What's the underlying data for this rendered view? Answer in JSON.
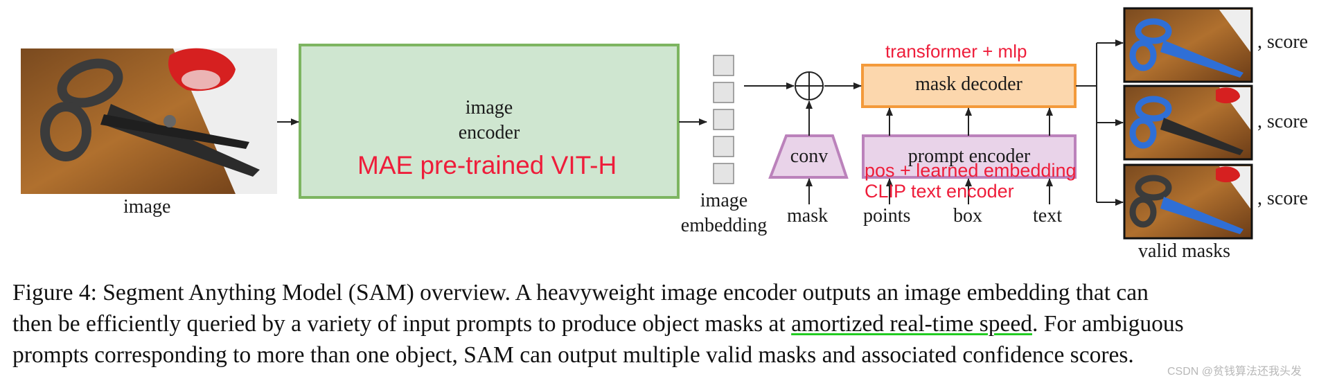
{
  "diagram": {
    "input_image_label": "image",
    "encoder_label_line1": "image",
    "encoder_label_line2": "encoder",
    "encoder_note": "MAE pre-trained VIT-H",
    "embedding_label_line1": "image",
    "embedding_label_line2": "embedding",
    "conv_label": "conv",
    "mask_label": "mask",
    "decoder_label": "mask decoder",
    "decoder_note": "transformer + mlp",
    "prompt_encoder_label": "prompt encoder",
    "prompt_note_line1": "pos + learned embedding",
    "prompt_note_line2": "CLIP text encoder",
    "points_label": "points",
    "box_label": "box",
    "text_label": "text",
    "score_labels": [
      ", score",
      ", score",
      ", score"
    ],
    "valid_masks_label": "valid masks"
  },
  "caption": {
    "line1": "Figure 4: Segment Anything Model (SAM) overview. A heavyweight image encoder outputs an image embedding that can",
    "line2_pre": "then be efficiently queried by a variety of input prompts to produce object masks at ",
    "line2_underlined": "amortized real-time speed",
    "line2_post": ". For ambiguous",
    "line3": "prompts corresponding to more than one object, SAM can output multiple valid masks and associated confidence scores."
  },
  "watermark": "CSDN @贫钱算法还我头发",
  "colors": {
    "encoder_fill": "#cfe6d0",
    "encoder_stroke": "#7db561",
    "decoder_fill": "#fcd7ad",
    "decoder_stroke": "#f39a3b",
    "prompt_fill": "#e9d3e9",
    "prompt_stroke": "#bb82bb",
    "annotation_red": "#ee1d3a",
    "mask_blue": "#2f6fd6",
    "underline_green": "#22cc22"
  }
}
